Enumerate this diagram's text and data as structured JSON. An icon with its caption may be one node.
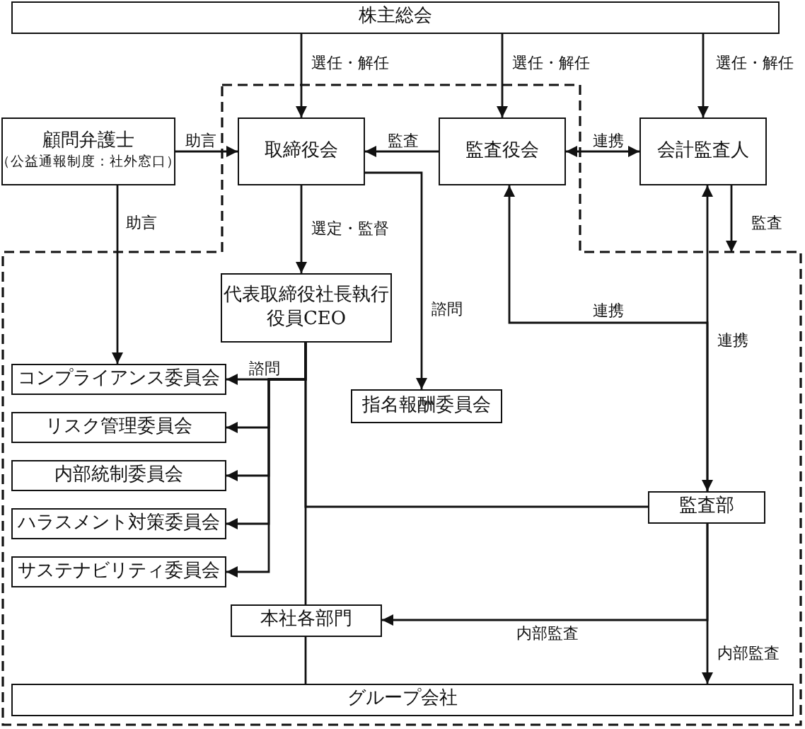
{
  "diagram": {
    "nodes": [
      {
        "text": [
          "株主総会"
        ]
      },
      {
        "text": [
          "顧問弁護士",
          "（公益通報制度：社外窓口）"
        ]
      },
      {
        "text": [],
        "shape": "boundary"
      },
      {
        "text": [
          "取締役会"
        ],
        "in": 2
      },
      {
        "text": [
          "監査役会"
        ],
        "in": 2
      },
      {
        "text": [
          "会計監査人"
        ]
      },
      {
        "text": [
          "代表取締役社長執行役員CEO"
        ],
        "in": 2
      },
      {
        "text": [
          "コンプライアンス委員会"
        ],
        "in": 2
      },
      {
        "text": [
          "リスク管理委員会"
        ],
        "in": 2
      },
      {
        "text": [
          "内部統制委員会"
        ],
        "in": 2
      },
      {
        "text": [
          "ハラスメント対策委員会"
        ],
        "in": 2
      },
      {
        "text": [
          "サステナビリティ委員会"
        ],
        "in": 2
      },
      {
        "text": [
          "指名報酬委員会"
        ],
        "in": 2
      },
      {
        "text": [
          "監査部"
        ],
        "in": 2
      },
      {
        "text": [
          "本社各部門"
        ],
        "in": 2
      },
      {
        "text": [
          "グループ会社"
        ],
        "in": 2
      }
    ],
    "edges": [
      {
        "from": 0,
        "to": 3,
        "arrow": "to",
        "label": "選任・解任"
      },
      {
        "from": 0,
        "to": 4,
        "arrow": "to",
        "label": "選任・解任"
      },
      {
        "from": 0,
        "to": 5,
        "arrow": "to",
        "label": "選任・解任"
      },
      {
        "from": 1,
        "to": 3,
        "arrow": "to",
        "label": "助言"
      },
      {
        "from": 4,
        "to": 3,
        "arrow": "to",
        "label": "監査"
      },
      {
        "from": 4,
        "to": 5,
        "arrow": "both",
        "label": "連携"
      },
      {
        "from": 1,
        "to": 7,
        "arrow": "to",
        "label": "助言"
      },
      {
        "from": 3,
        "to": 6,
        "arrow": "to",
        "label": "選定・監督"
      },
      {
        "from": 3,
        "to": 12,
        "arrow": "to",
        "label": "諮問"
      },
      {
        "from": 6,
        "to": 7,
        "arrow": "to",
        "label": "諮問"
      },
      {
        "from": 6,
        "to": 8,
        "arrow": "to"
      },
      {
        "from": 6,
        "to": 9,
        "arrow": "to"
      },
      {
        "from": 6,
        "to": 10,
        "arrow": "to"
      },
      {
        "from": 6,
        "to": 11,
        "arrow": "to"
      },
      {
        "from": 5,
        "to": 13,
        "arrow": "both",
        "label": "連携"
      },
      {
        "from": 13,
        "to": 4,
        "arrow": "to",
        "label": "連携"
      },
      {
        "from": 5,
        "to": 2,
        "arrow": "to",
        "label": "監査"
      },
      {
        "from": 6,
        "to": 13,
        "arrow": "none"
      },
      {
        "from": 6,
        "to": 14,
        "arrow": "none"
      },
      {
        "from": 14,
        "to": 15,
        "arrow": "none"
      },
      {
        "from": 13,
        "to": 14,
        "arrow": "to",
        "label": "内部監査"
      },
      {
        "from": 13,
        "to": 15,
        "arrow": "to",
        "label": "内部監査"
      }
    ]
  }
}
